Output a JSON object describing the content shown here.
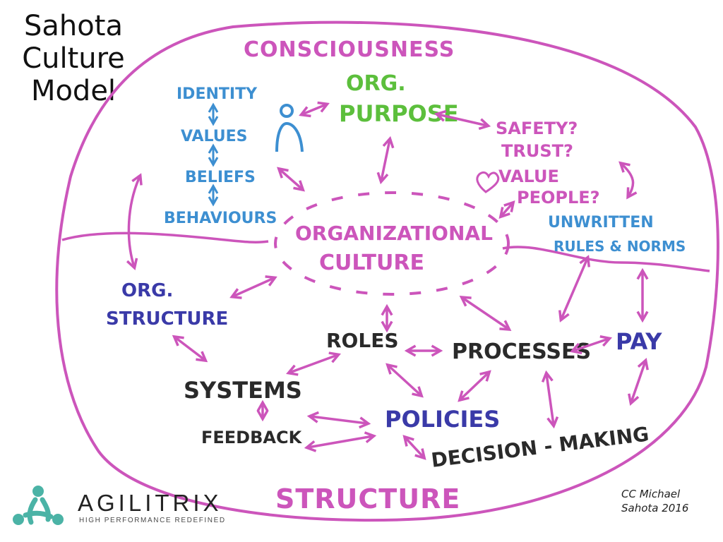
{
  "title_lines": [
    "Sahota",
    "Culture",
    "Model"
  ],
  "regions": {
    "top": "CONSCIOUSNESS",
    "bottom": "STRUCTURE",
    "center_line1": "ORGANIZATIONAL",
    "center_line2": "CULTURE"
  },
  "consciousness": {
    "identity": "IDENTITY",
    "values": "VALUES",
    "beliefs": "BELIEFS",
    "behaviours": "BEHAVIOURS",
    "purpose_line1": "ORG.",
    "purpose_line2": "PURPOSE",
    "safety": "SAFETY?",
    "trust": "TRUST?",
    "value_people_line1": "VALUE",
    "value_people_line2": "PEOPLE?",
    "unwritten_line1": "UNWRITTEN",
    "unwritten_line2": "RULES & NORMS"
  },
  "structure": {
    "org_structure_line1": "ORG.",
    "org_structure_line2": "STRUCTURE",
    "roles": "ROLES",
    "processes": "PROCESSES",
    "pay": "PAY",
    "systems": "SYSTEMS",
    "policies": "POLICIES",
    "feedback": "FEEDBACK",
    "decision_making": "DECISION - MAKING"
  },
  "logo": {
    "name": "AGILITRIX",
    "tagline": "HIGH PERFORMANCE REDEFINED",
    "mark_icon": "agilitrix-logo-icon"
  },
  "credit": {
    "line1": "CC Michael",
    "line2": "Sahota 2016"
  },
  "colors": {
    "magenta": "#cc55bb",
    "light_blue": "#3d8fd1",
    "dark_blue": "#3a3aa8",
    "green": "#5cbf3c",
    "black": "#2a2a2a",
    "teal": "#4bb3a6"
  }
}
